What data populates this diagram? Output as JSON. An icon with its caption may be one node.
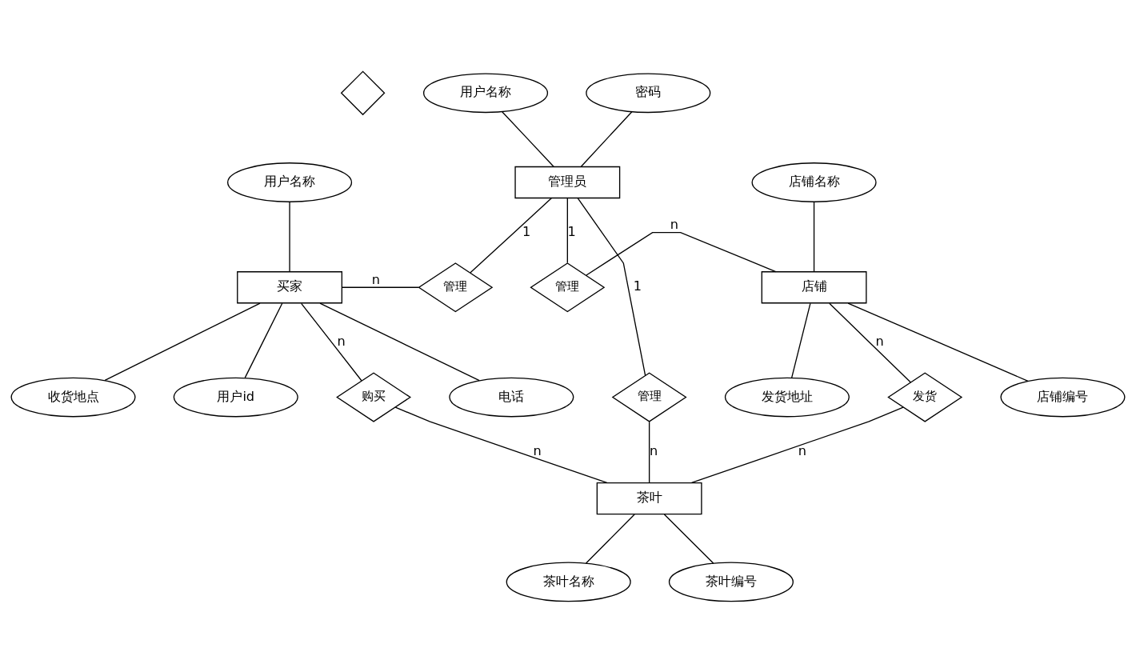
{
  "diagram": {
    "nodes": [
      {
        "text": [],
        "shape": "diamond"
      },
      {
        "text": [
          "用户名称"
        ]
      },
      {
        "text": [
          "密码"
        ]
      },
      {
        "text": [
          "管理员"
        ]
      },
      {
        "text": [
          "店铺名称"
        ]
      },
      {
        "text": [
          "用户名称"
        ]
      },
      {
        "text": [
          "用户id"
        ]
      },
      {
        "text": [
          "管理"
        ]
      },
      {
        "text": [
          "店铺编号"
        ]
      },
      {
        "text": [
          "管理"
        ]
      },
      {
        "text": [
          "买家"
        ]
      },
      {
        "text": [
          "店铺"
        ]
      },
      {
        "text": [
          "收货地点"
        ]
      },
      {
        "text": [
          "管理"
        ]
      },
      {
        "text": [
          "购买"
        ]
      },
      {
        "text": [
          "发货"
        ]
      },
      {
        "text": [
          "发货地址"
        ]
      },
      {
        "text": [
          "电话"
        ]
      },
      {
        "text": [
          "茶叶"
        ]
      },
      {
        "text": [
          "茶叶名称"
        ]
      },
      {
        "text": [
          "茶叶编号"
        ]
      }
    ],
    "edges": [
      {
        "from": 1,
        "to": 3,
        "arrow": "none"
      },
      {
        "from": 2,
        "to": 3,
        "arrow": "none"
      },
      {
        "from": 5,
        "to": 10,
        "arrow": "none"
      },
      {
        "from": 10,
        "to": 6,
        "arrow": "none"
      },
      {
        "from": 10,
        "to": 12,
        "arrow": "none"
      },
      {
        "from": 10,
        "to": 17,
        "arrow": "none"
      },
      {
        "from": 10,
        "to": 7,
        "label": "n",
        "arrow": "none"
      },
      {
        "from": 3,
        "to": 7,
        "label": "1",
        "arrow": "none"
      },
      {
        "from": 3,
        "to": 9,
        "label": "1",
        "arrow": "none"
      },
      {
        "from": 9,
        "to": 11,
        "label": "n",
        "arrow": "none"
      },
      {
        "from": 3,
        "to": 13,
        "label": "1",
        "arrow": "none"
      },
      {
        "from": 13,
        "to": 18,
        "label": "n",
        "arrow": "none"
      },
      {
        "from": 10,
        "to": 14,
        "label": "n",
        "arrow": "none"
      },
      {
        "from": 14,
        "to": 18,
        "label": "n",
        "arrow": "none"
      },
      {
        "from": 11,
        "to": 15,
        "label": "n",
        "arrow": "none"
      },
      {
        "from": 15,
        "to": 18,
        "label": "n",
        "arrow": "none"
      },
      {
        "from": 4,
        "to": 11,
        "arrow": "none"
      },
      {
        "from": 11,
        "to": 8,
        "arrow": "none"
      },
      {
        "from": 11,
        "to": 16,
        "arrow": "none"
      },
      {
        "from": 18,
        "to": 19,
        "arrow": "none"
      },
      {
        "from": 18,
        "to": 20,
        "arrow": "none"
      }
    ]
  }
}
